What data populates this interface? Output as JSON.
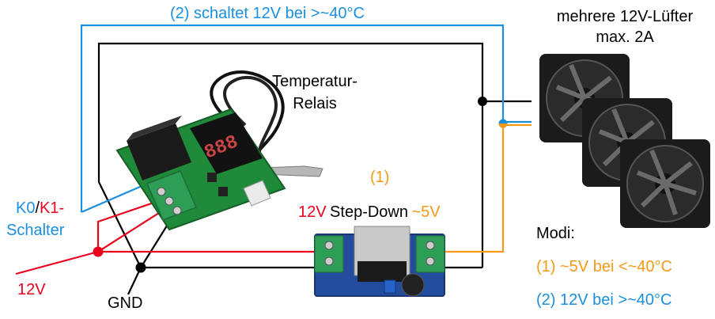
{
  "colors": {
    "blue": "#1a8fe0",
    "red": "#e8001c",
    "orange": "#f49a17",
    "black": "#000000",
    "pcb_green": "#1f8a3a",
    "terminal_green": "#2e9d55"
  },
  "labels": {
    "top_blue": "(2) schaltet 12V bei >~40°C",
    "fans_line1": "mehrere 12V-Lüfter",
    "fans_line2": "max. 2A",
    "relay_line1": "Temperatur-",
    "relay_line2": "Relais",
    "stepdown_num": "(1)",
    "stepdown_12v": "12V",
    "stepdown_text": "Step-Down",
    "stepdown_5v": "~5V",
    "k0": "K0",
    "slash": "/",
    "k1": "K1-",
    "schalter": "Schalter",
    "v12": "12V",
    "gnd": "GND",
    "modi": "Modi:",
    "mode1": "(1) ~5V bei <~40°C",
    "mode2": "(2) 12V bei >~40°C"
  },
  "icons": {
    "relay_module": "temperature-relay-board",
    "stepdown_module": "step-down-converter-board",
    "fan": "cooling-fan",
    "sensor": "temperature-probe"
  },
  "display_digits": "888"
}
